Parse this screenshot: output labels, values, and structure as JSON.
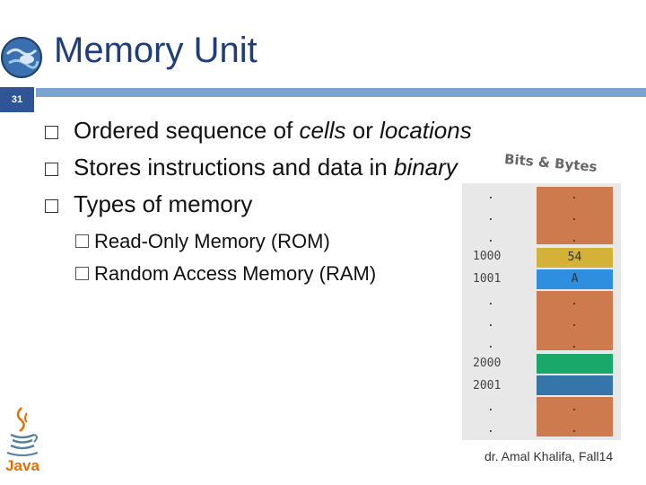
{
  "slide": {
    "title": "Memory Unit",
    "number": "31",
    "bullets": [
      {
        "parts": [
          "Ordered sequence of ",
          "cells",
          " or ",
          "locations"
        ]
      },
      {
        "parts": [
          "Stores instructions and data in ",
          "binary"
        ]
      },
      {
        "parts": [
          "Types of memory"
        ]
      }
    ],
    "sub_bullets": [
      "Read-Only Memory (ROM)",
      "Random Access Memory (RAM)"
    ],
    "annotation": "Bits & Bytes",
    "memory": {
      "addresses": [
        "1000",
        "1001",
        "2000",
        "2001"
      ],
      "values": [
        "54",
        "A",
        "",
        ""
      ],
      "ellipsis": "."
    },
    "footer": "dr. Amal Khalifa, Fall14",
    "colors": {
      "title": "#1f3d7a",
      "bar": "#7ba3cf",
      "slide_number_bg": "#2f5597",
      "cell_default": "#cd7a4f",
      "cell_1000": "#d4b23a",
      "cell_1001": "#2e8fe0",
      "cell_2000": "#1aa86a",
      "cell_2001": "#3575a8"
    },
    "icons": [
      "globe-logo-icon",
      "java-logo-icon"
    ]
  }
}
